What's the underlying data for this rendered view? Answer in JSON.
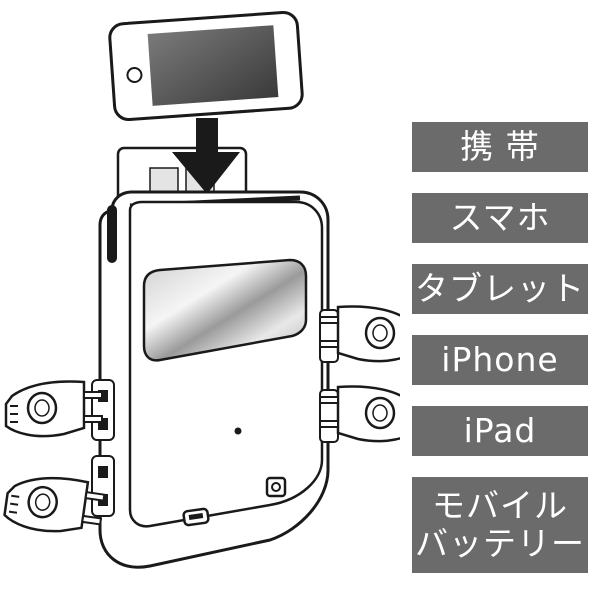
{
  "labels": [
    {
      "id": "keitai",
      "text": "携 帯"
    },
    {
      "id": "sumaho",
      "text": "スマホ"
    },
    {
      "id": "tablet",
      "text": "タブレット"
    },
    {
      "id": "iphone",
      "text": "iPhone"
    },
    {
      "id": "ipad",
      "text": "iPad"
    },
    {
      "id": "mobile-battery",
      "lines": [
        "モバイル",
        "バッテリー"
      ]
    }
  ],
  "colors": {
    "label_bg": "#6b6b6b",
    "label_text": "#ffffff",
    "line": "#1a1a1a"
  },
  "icons": [
    "smartphone-icon",
    "down-arrow-icon",
    "wall-outlet-icon",
    "power-tap-icon",
    "power-plug-icon",
    "led-indicator-icon",
    "usb-port-icon",
    "button-icon"
  ]
}
